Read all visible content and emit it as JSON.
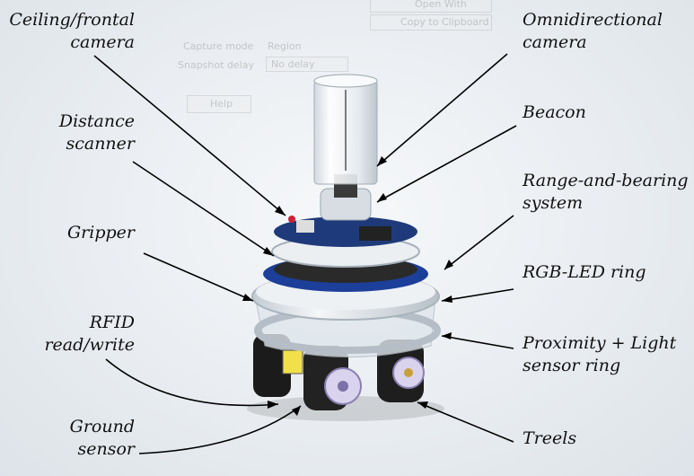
{
  "labels": {
    "ceiling_camera": "Ceiling/frontal\ncamera",
    "distance_scanner": "Distance\nscanner",
    "gripper": "Gripper",
    "rfid": "RFID\nread/write",
    "ground_sensor": "Ground\nsensor",
    "omni_camera": "Omnidirectional\ncamera",
    "beacon": "Beacon",
    "range_bearing": "Range-and-bearing\nsystem",
    "rgb_led": "RGB-LED ring",
    "proximity": "Proximity + Light\nsensor ring",
    "treels": "Treels"
  },
  "background_window": {
    "open_with": "Open With",
    "copy_clipboard": "Copy to Clipboard",
    "capture_mode_label": "Capture mode",
    "capture_mode_value": "Region",
    "snapshot_delay_label": "Snapshot delay",
    "snapshot_delay_value": "No delay",
    "help": "Help"
  },
  "colors": {
    "led_ring": "#1c3f99",
    "pcb": "#1e3a7a",
    "shell": "#e8ecef",
    "wheel": "#1b1b1b",
    "hub": "#c9c3e0"
  }
}
